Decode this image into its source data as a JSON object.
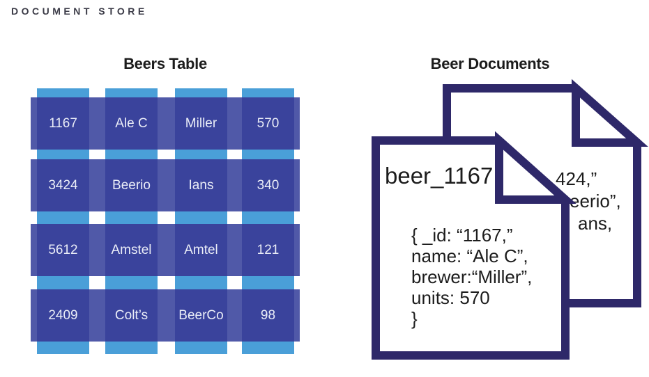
{
  "page_title": "DOCUMENT STORE",
  "colors": {
    "column_blue": "#4a9fd8",
    "row_purple": "#5059a8",
    "cell_navy": "#3a439c",
    "cell_text": "#eaedf7",
    "doc_border": "#2e2869",
    "ink": "#1c1c1c",
    "title_charcoal": "#3b3b47"
  },
  "beers_table": {
    "heading": "Beers Table",
    "columns": 4,
    "rows": [
      [
        "1167",
        "Ale C",
        "Miller",
        "570"
      ],
      [
        "3424",
        "Beerio",
        "Ians",
        "340"
      ],
      [
        "5612",
        "Amstel",
        "Amtel",
        "121"
      ],
      [
        "2409",
        "Colt’s",
        "BeerCo",
        "98"
      ]
    ]
  },
  "beer_documents": {
    "heading": "Beer Documents",
    "front_doc": {
      "title": "beer_1167",
      "body_lines": [
        "{ _id: “1167,”",
        "name: “Ale C”,",
        "brewer:“Miller”,",
        "units: 570",
        "}"
      ]
    },
    "back_doc": {
      "visible_fragments": [
        "424,”",
        "eerio”,",
        "ans,"
      ]
    }
  }
}
